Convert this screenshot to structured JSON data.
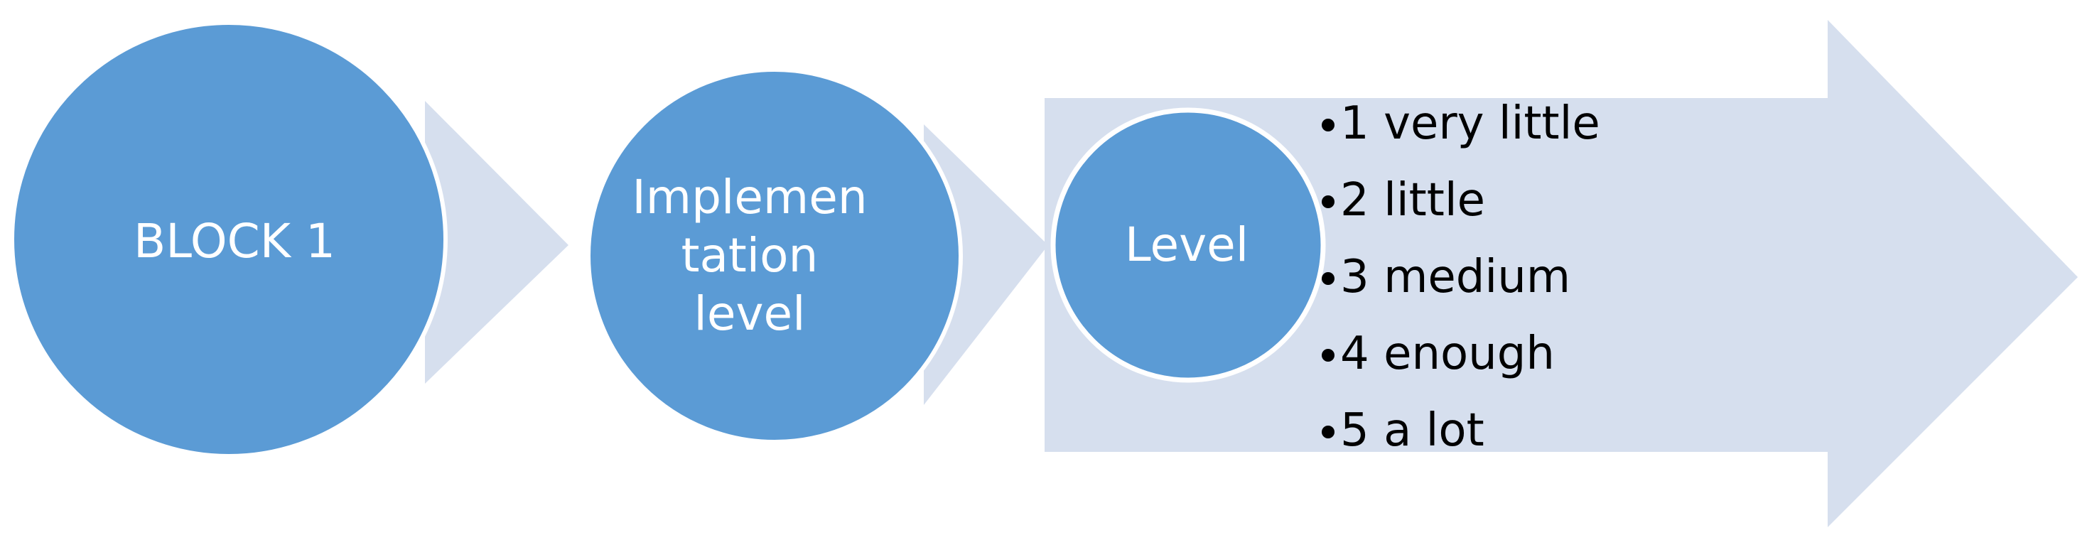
{
  "colors": {
    "circle_fill": "#5b9bd5",
    "circle_stroke": "#ffffff",
    "arrow_fill": "#d6dfee",
    "text_light": "#ffffff",
    "text_dark": "#000000"
  },
  "nodes": {
    "block": {
      "label": "BLOCK 1"
    },
    "implementation": {
      "label": "Implemen\ntation\nlevel"
    },
    "level": {
      "label": "Level"
    }
  },
  "scale": {
    "items": [
      {
        "label": "1 very little"
      },
      {
        "label": "2 little"
      },
      {
        "label": "3 medium"
      },
      {
        "label": "4 enough"
      },
      {
        "label": "5 a lot"
      }
    ]
  }
}
